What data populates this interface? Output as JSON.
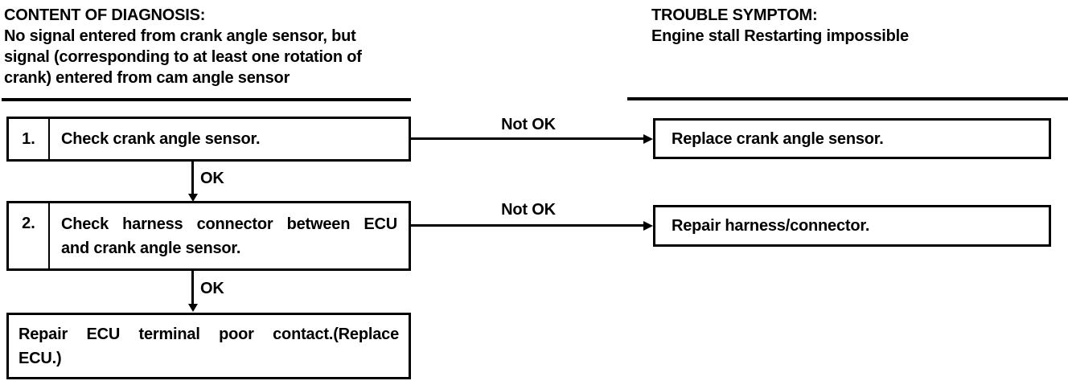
{
  "diagnosis": {
    "title": "CONTENT OF DIAGNOSIS:",
    "lines": [
      "No signal entered from crank angle sensor, but",
      "signal (corresponding to at least one rotation of",
      "crank) entered from cam angle sensor"
    ]
  },
  "symptom": {
    "title": "TROUBLE SYMPTOM:",
    "line": "Engine stall Restarting impossible"
  },
  "flow": {
    "labels": {
      "ok": "OK",
      "not_ok": "Not OK"
    },
    "steps": [
      {
        "number": "1.",
        "lines": [
          "Check crank angle sensor."
        ]
      },
      {
        "number": "2.",
        "lines": [
          "Check harness connector between ECU",
          "and crank angle sensor."
        ]
      }
    ],
    "results": [
      "Replace crank angle sensor.",
      "Repair harness/connector."
    ],
    "final": {
      "lines": [
        "Repair ECU terminal poor contact.(Replace",
        "ECU.)"
      ]
    }
  },
  "colors": {
    "ink": "#000000",
    "paper": "#ffffff"
  }
}
